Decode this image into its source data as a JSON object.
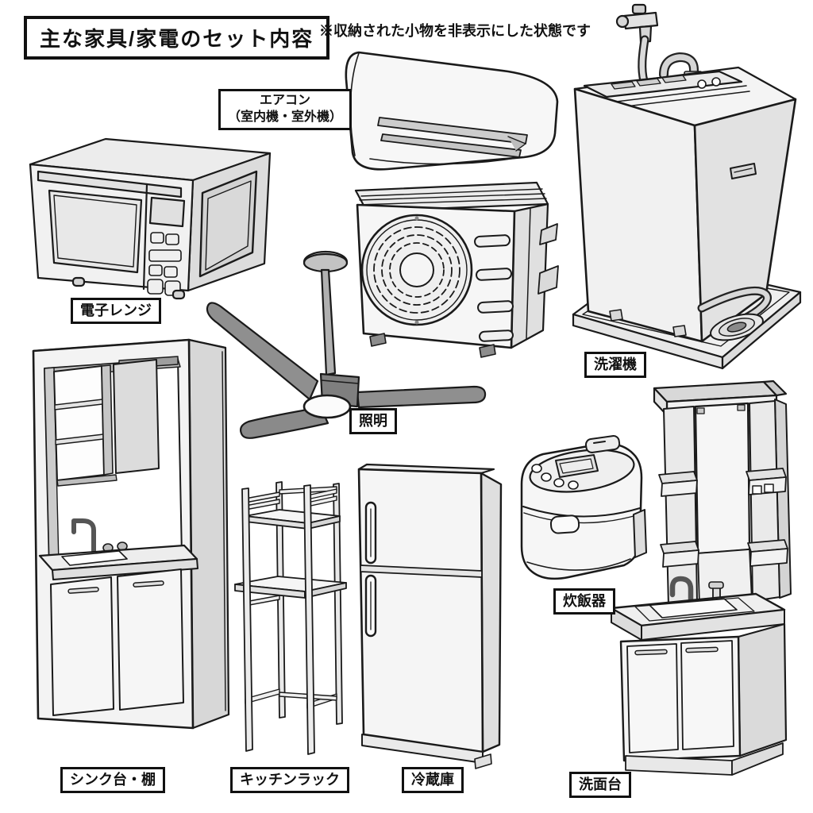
{
  "header": {
    "title": "主な家具/家電のセット内容",
    "note": "※収納された小物を非表示にした状態です"
  },
  "items": [
    {
      "id": "aircon",
      "label": "エアコン\n（室内機・室外機）"
    },
    {
      "id": "microwave",
      "label": "電子レンジ"
    },
    {
      "id": "washing-machine",
      "label": "洗濯機"
    },
    {
      "id": "ceiling-light",
      "label": "照明"
    },
    {
      "id": "rice-cooker",
      "label": "炊飯器"
    },
    {
      "id": "sink-unit",
      "label": "シンク台・棚"
    },
    {
      "id": "kitchen-rack",
      "label": "キッチンラック"
    },
    {
      "id": "refrigerator",
      "label": "冷蔵庫"
    },
    {
      "id": "washstand",
      "label": "洗面台"
    }
  ],
  "colors": {
    "outline": "#1a1a1a",
    "body_light": "#f4f4f4",
    "body_shade": "#dedede",
    "blade_gray": "#8f8f8f"
  }
}
